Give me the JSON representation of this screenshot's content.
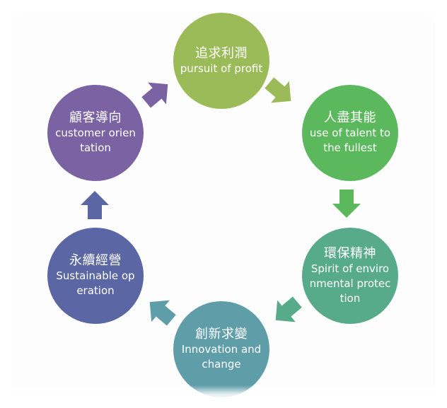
{
  "diagram": {
    "type": "cycle",
    "nodes": [
      {
        "id": "profit",
        "zh": "追求利潤",
        "en": "pursuit of profit",
        "color": "#9bbb59"
      },
      {
        "id": "talent",
        "zh": "人盡其能",
        "en": "use of talent to the fullest",
        "color": "#5cb85c"
      },
      {
        "id": "environment",
        "zh": "環保精神",
        "en": "Spirit of environmental protection",
        "color": "#57ab8a"
      },
      {
        "id": "innovation",
        "zh": "創新求變",
        "en": "Innovation and change",
        "color": "#5f9ea9"
      },
      {
        "id": "sustainable",
        "zh": "永續經營",
        "en": "Sustainable operation",
        "color": "#5b66a4"
      },
      {
        "id": "customer",
        "zh": "顧客導向",
        "en": "customer orientation",
        "color": "#7b62a3"
      }
    ],
    "arrows": [
      {
        "from": "profit",
        "to": "talent",
        "color": "#9bbb59"
      },
      {
        "from": "talent",
        "to": "environment",
        "color": "#5cb85c"
      },
      {
        "from": "environment",
        "to": "innovation",
        "color": "#57ab8a"
      },
      {
        "from": "innovation",
        "to": "sustainable",
        "color": "#5f9ea9"
      },
      {
        "from": "sustainable",
        "to": "customer",
        "color": "#5b66a4"
      },
      {
        "from": "customer",
        "to": "profit",
        "color": "#7b62a3"
      }
    ]
  }
}
